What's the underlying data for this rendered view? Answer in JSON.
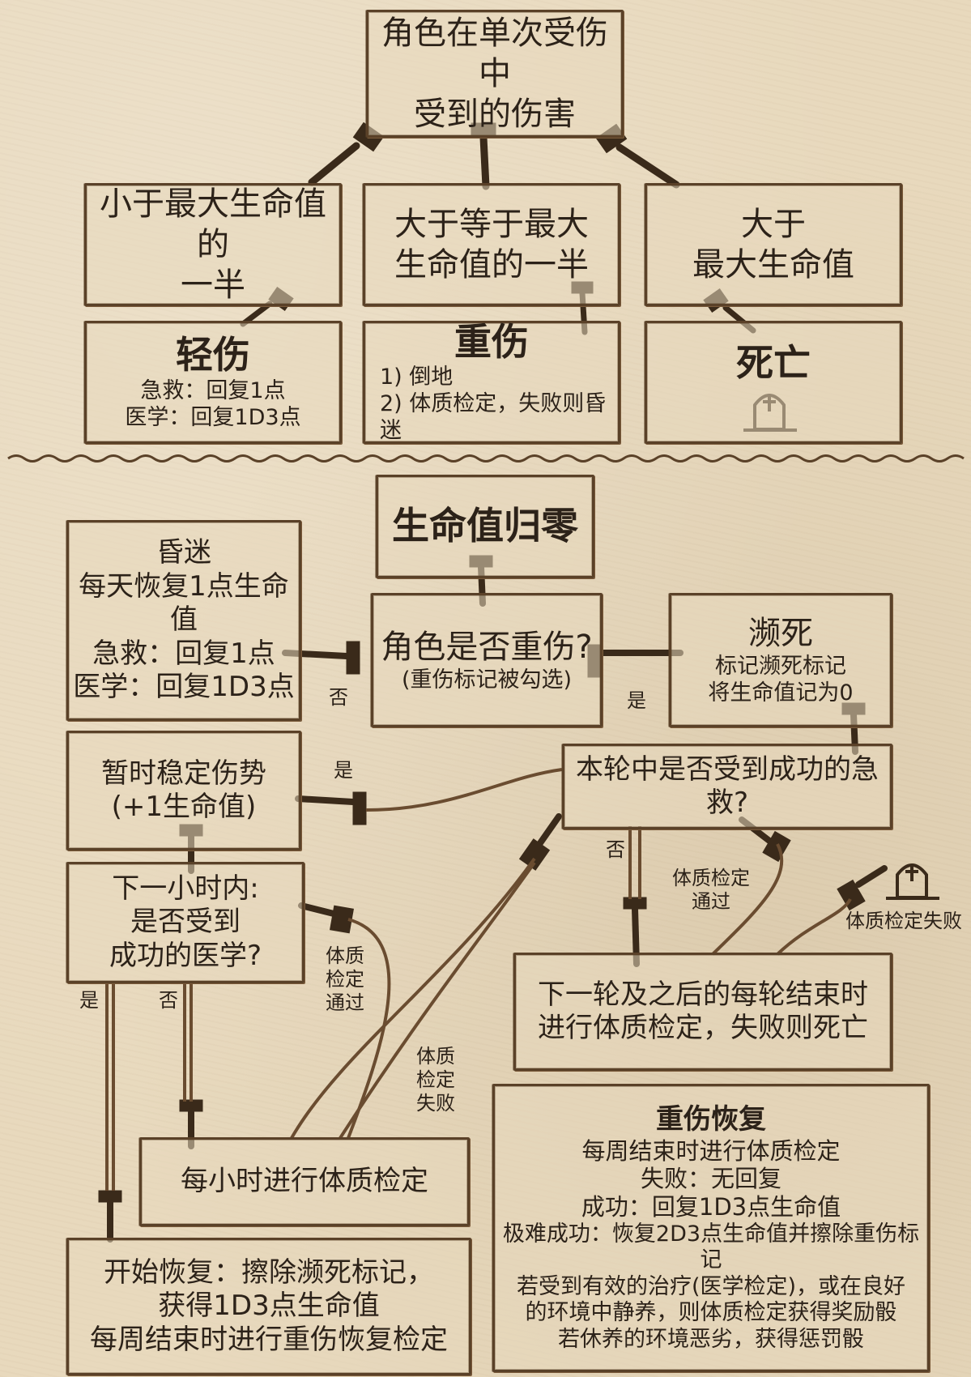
{
  "top": {
    "root": [
      "角色在单次受伤中",
      "受到的伤害"
    ],
    "cond_minor": [
      "小于最大生命值的",
      "一半"
    ],
    "cond_major": [
      "大于等于最大",
      "生命值的一半"
    ],
    "cond_death": [
      "大于",
      "最大生命值"
    ],
    "minor": {
      "title": "轻伤",
      "lines": [
        "急救：回复1点",
        "医学：回复1D3点"
      ]
    },
    "major": {
      "title": "重伤",
      "lines": [
        "1) 倒地",
        "2) 体质检定，失败则昏迷"
      ]
    },
    "death": {
      "title": "死亡"
    }
  },
  "bottom": {
    "zero": "生命值归零",
    "q_major": [
      "角色是否重伤?",
      "(重伤标记被勾选)"
    ],
    "coma": [
      "昏迷",
      "每天恢复1点生命值",
      "急救：回复1点",
      "医学：回复1D3点"
    ],
    "dying": {
      "title": "濒死",
      "lines": [
        "标记濒死标记",
        "将生命值记为0"
      ]
    },
    "stabilize": [
      "暂时稳定伤势",
      "(+1生命值)"
    ],
    "q_firstaid": "本轮中是否受到成功的急救?",
    "q_medicine": [
      "下一小时内:",
      "是否受到",
      "成功的医学?"
    ],
    "round_check": [
      "下一轮及之后的每轮结束时",
      "进行体质检定，失败则死亡"
    ],
    "hourly_check": "每小时进行体质检定",
    "recovery": [
      "开始恢复：擦除濒死标记，",
      "获得1D3点生命值",
      "每周结束时进行重伤恢复检定"
    ],
    "major_recovery": {
      "title": "重伤恢复",
      "lines": [
        "每周结束时进行体质检定",
        "失败：无回复",
        "成功：回复1D3点生命值",
        "极难成功：恢复2D3点生命值并擦除重伤标记",
        "若受到有效的治疗(医学检定)，或在良好",
        "的环境中静养，则体质检定获得奖励骰",
        "若休养的环境恶劣，获得惩罚骰"
      ]
    },
    "labels": {
      "no_left": "否",
      "yes_right": "是",
      "yes_stab": "是",
      "no_firstaid": "否",
      "con_pass_1": [
        "体质检定",
        "通过"
      ],
      "con_fail_1": "体质检定失败",
      "con_pass_2": [
        "体质",
        "检定",
        "通过"
      ],
      "con_fail_2": [
        "体质",
        "检定",
        "失败"
      ],
      "yes_med": "是",
      "no_med": "否"
    }
  },
  "colors": {
    "ink": "#5a4128",
    "paper": "#e8d9bd",
    "text": "#2c2219"
  }
}
